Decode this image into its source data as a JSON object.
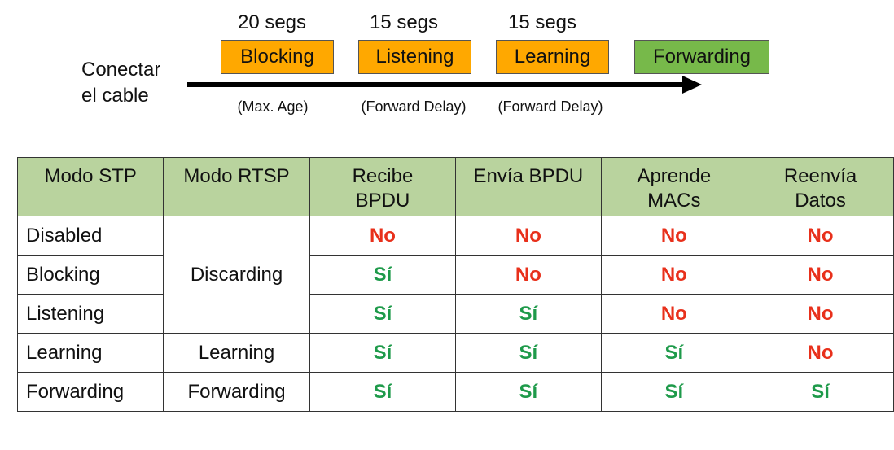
{
  "connect_label": [
    "Conectar",
    "el cable"
  ],
  "timeline": {
    "timings": [
      "20 segs",
      "15 segs",
      "15 segs"
    ],
    "states": [
      "Blocking",
      "Listening",
      "Learning",
      "Forwarding"
    ],
    "delays": [
      "(Max. Age)",
      "(Forward Delay)",
      "(Forward Delay)"
    ],
    "colors": {
      "transitional": "#FFA800",
      "forwarding": "#77B94A"
    }
  },
  "table": {
    "headers": [
      "Modo STP",
      "Modo RTSP",
      "Recibe BPDU",
      "Envía BPDU",
      "Aprende MACs",
      "Reenvía Datos"
    ],
    "header_color": "#B9D39E",
    "rows": [
      {
        "stp": "Disabled",
        "values": [
          "No",
          "No",
          "No",
          "No"
        ]
      },
      {
        "stp": "Blocking",
        "values": [
          "Sí",
          "No",
          "No",
          "No"
        ]
      },
      {
        "stp": "Listening",
        "values": [
          "Sí",
          "Sí",
          "No",
          "No"
        ]
      },
      {
        "stp": "Learning",
        "values": [
          "Sí",
          "Sí",
          "Sí",
          "No"
        ]
      },
      {
        "stp": "Forwarding",
        "values": [
          "Sí",
          "Sí",
          "Sí",
          "Sí"
        ]
      }
    ],
    "rstp_modes": [
      "Discarding",
      "Learning",
      "Forwarding"
    ],
    "value_colors": {
      "no": "#E8301B",
      "si": "#1E9A4A"
    }
  }
}
